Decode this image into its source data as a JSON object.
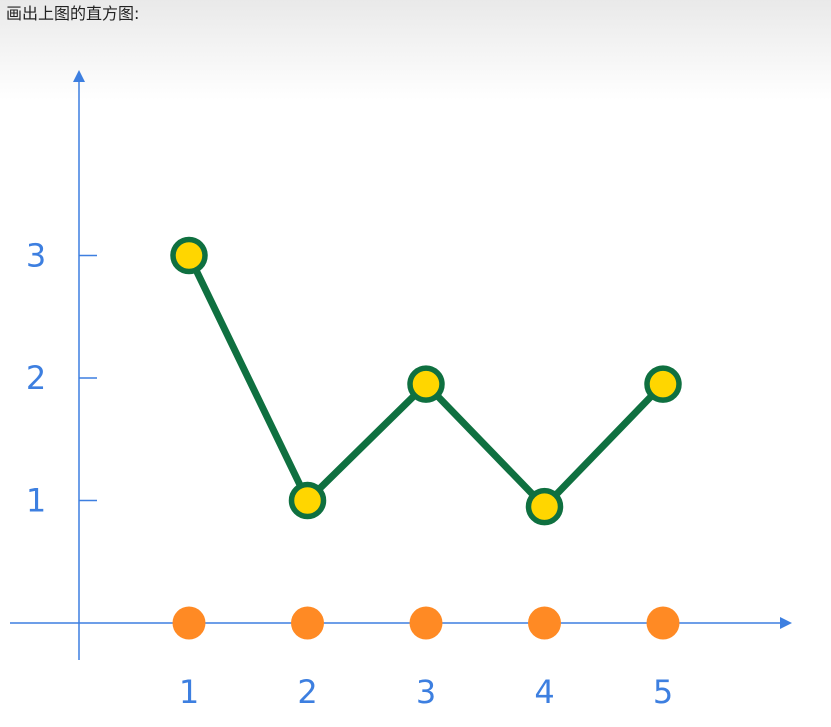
{
  "prompt": {
    "text": "画出上图的直方图:"
  },
  "colors": {
    "axis": "#3d7fe0",
    "line": "#0f7040",
    "marker_fill": "#ffd600",
    "marker_edge": "#0f7040",
    "baseline_dots": "#ff8a24"
  },
  "chart_data": {
    "type": "line",
    "title": "",
    "xlabel": "",
    "ylabel": "",
    "x": [
      1,
      2,
      3,
      4,
      5
    ],
    "y": [
      3,
      1,
      1.95,
      0.95,
      1.95
    ],
    "x_ticks": [
      "1",
      "2",
      "3",
      "4",
      "5"
    ],
    "y_ticks": [
      "1",
      "2",
      "3"
    ],
    "baseline_points": [
      1,
      2,
      3,
      4,
      5
    ],
    "grid": false,
    "legend": "none"
  }
}
